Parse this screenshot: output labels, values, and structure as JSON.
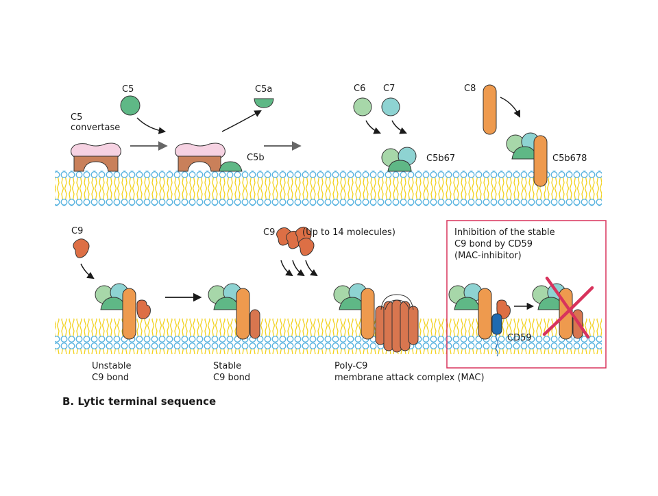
{
  "labels": {
    "c5": "C5",
    "c5a": "C5a",
    "c5b": "C5b",
    "c5_convertase_l1": "C5",
    "c5_convertase_l2": "convertase",
    "c6": "C6",
    "c7": "C7",
    "c8": "C8",
    "c5b67": "C5b67",
    "c5b678": "C5b678",
    "c9_left": "C9",
    "c9_mid": "C9",
    "up_to": "(Up to 14 molecules)",
    "unstable_l1": "Unstable",
    "unstable_l2": "C9 bond",
    "stable_l1": "Stable",
    "stable_l2": "C9 bond",
    "mac_l1": "Poly-C9",
    "mac_l2": "membrane attack complex (MAC)",
    "inhib_l1": "Inhibition of the stable",
    "inhib_l2": "C9 bond by CD59",
    "inhib_l3": "(MAC-inhibitor)",
    "cd59": "CD59"
  },
  "caption": "B. Lytic terminal sequence",
  "colors": {
    "membrane_head": "#5ab4e0",
    "membrane_tail": "#f2d21e",
    "c5b_green": "#5fb886",
    "light_green": "#a7d7a9",
    "c7_teal": "#8ed3d2",
    "c8_orange": "#ee9a4e",
    "c9_orange": "#dd6f45",
    "convertase_pink": "#f6d2e2",
    "convertase_brown": "#c9805a",
    "cd59_blue": "#1f6ab0",
    "inhibit_red": "#d8335c"
  }
}
